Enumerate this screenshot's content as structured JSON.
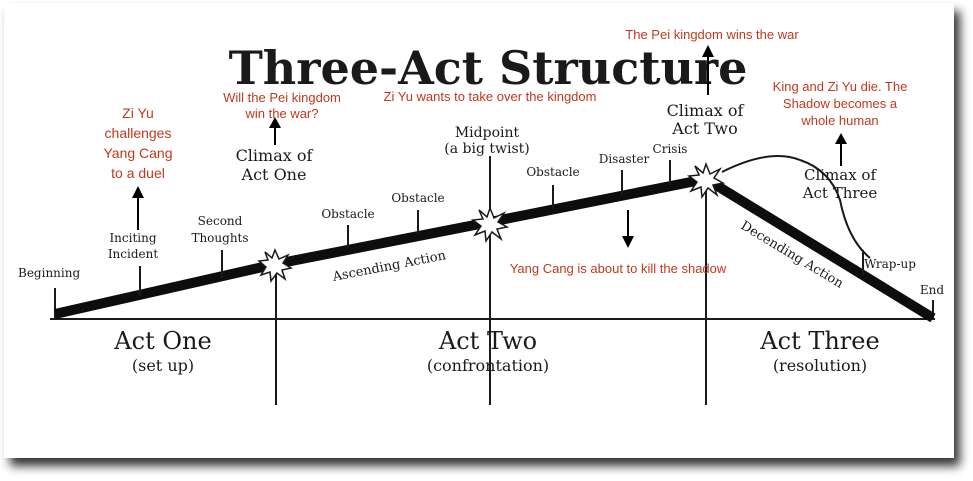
{
  "title": "Three-Act Structure",
  "acts": [
    {
      "name": "Act One",
      "subtitle": "(set up)"
    },
    {
      "name": "Act Two",
      "subtitle": "(confrontation)"
    },
    {
      "name": "Act Three",
      "subtitle": "(resolution)"
    }
  ],
  "points": {
    "beginning": "Beginning",
    "inciting": [
      "Inciting",
      "Incident"
    ],
    "second_thoughts": [
      "Second",
      "Thoughts"
    ],
    "climax_one": [
      "Climax of",
      "Act One"
    ],
    "obstacle_1": "Obstacle",
    "obstacle_2": "Obstacle",
    "ascending": "Ascending Action",
    "midpoint": [
      "Midpoint",
      "(a big twist)"
    ],
    "obstacle_3": "Obstacle",
    "disaster": "Disaster",
    "crisis": "Crisis",
    "climax_two": [
      "Climax of",
      "Act Two"
    ],
    "descending": "Decending Action",
    "climax_three": [
      "Climax of",
      "Act Three"
    ],
    "wrap_up": "Wrap-up",
    "end": "End"
  },
  "annotations": {
    "zi_yu": [
      "Zi Yu",
      "challenges",
      "Yang Cang",
      "to a duel"
    ],
    "pei_question": [
      "Will the Pei kingdom",
      "win the war?"
    ],
    "takeover": "Zi Yu wants to take over the kingdom",
    "pei_wins": "The Pei kingdom wins the war",
    "king_dies": [
      "King and Zi Yu die. The",
      "Shadow becomes a",
      "whole human"
    ],
    "kill_shadow": "Yang Cang is about to kill the shadow"
  },
  "colors": {
    "annotation": "#c0391c",
    "ink": "#1a1a1a"
  }
}
